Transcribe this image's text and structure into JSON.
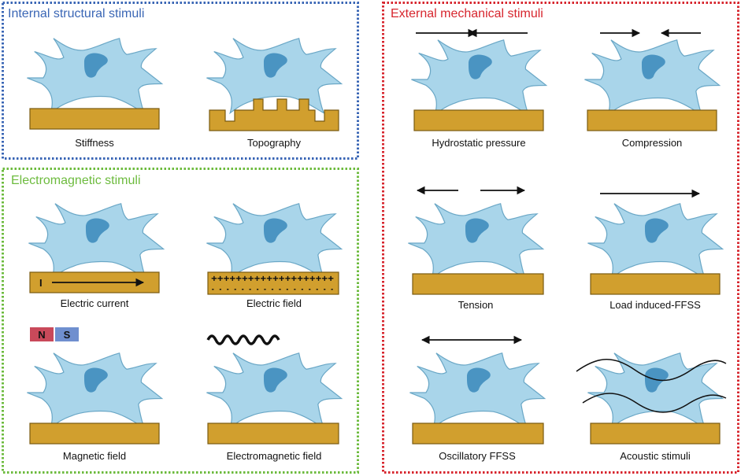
{
  "panels": {
    "internal": {
      "title": "Internal structural stimuli",
      "color": "#3a66b5"
    },
    "electromagnetic": {
      "title": "Electromagnetic  stimuli",
      "color": "#6dbb3e"
    },
    "external": {
      "title": "External mechanical stimuli",
      "color": "#d7262e"
    }
  },
  "captions": {
    "stiffness": "Stiffness",
    "topography": "Topography",
    "electric_current": "Electric current",
    "electric_field": "Electric field",
    "magnetic_field": "Magnetic field",
    "electromagnetic_field": "Electromagnetic field",
    "hydrostatic_pressure": "Hydrostatic pressure",
    "compression": "Compression",
    "tension": "Tension",
    "load_induced_ffss": "Load induced-FFSS",
    "oscillatory_ffss": "Oscillatory FFSS",
    "acoustic_stimuli": "Acoustic stimuli"
  },
  "labels": {
    "current_symbol": "I",
    "field_plus": "++++++++++++++++++++",
    "field_minus": "- - - - - - - - - - - - - - - - -",
    "magnet_north": "N",
    "magnet_south": "S"
  },
  "colors": {
    "cell": "#a9d5ea",
    "nucleus": "#4a94c2",
    "substrate": "#d19f2e",
    "magnet_north": "#c9495a",
    "magnet_south": "#6f8fcf"
  }
}
